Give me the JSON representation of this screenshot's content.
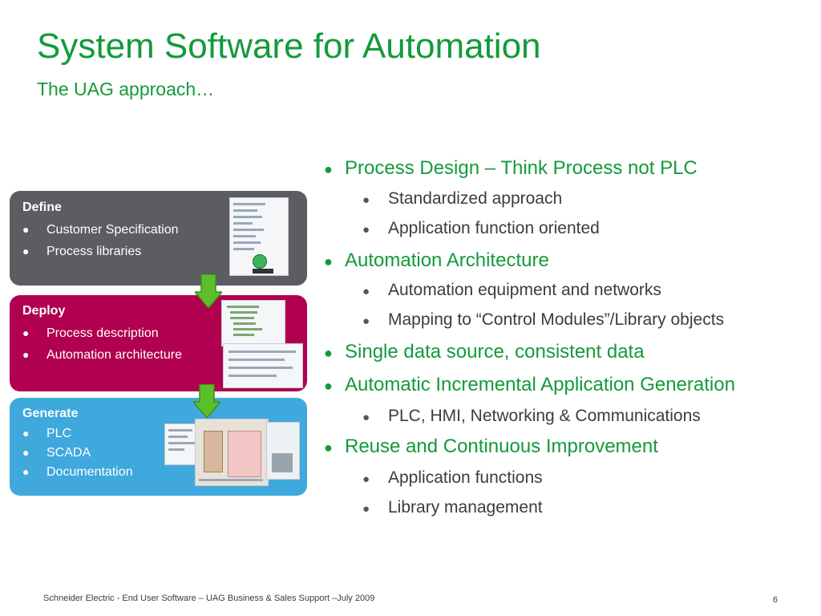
{
  "slide": {
    "title": "System Software for Automation",
    "subtitle": "The UAG approach…"
  },
  "steps": [
    {
      "heading": "Define",
      "items": [
        "Customer Specification",
        "Process libraries"
      ],
      "color": "#5c5d61"
    },
    {
      "heading": "Deploy",
      "items": [
        "Process description",
        "Automation architecture"
      ],
      "color": "#b0004f"
    },
    {
      "heading": "Generate",
      "items": [
        "PLC",
        "SCADA",
        "Documentation"
      ],
      "color": "#3fa8dc"
    }
  ],
  "step_bullet": "●",
  "arrow_color": "#5cbf2a",
  "bullets": [
    {
      "text": "Process Design – Think Process not PLC",
      "sub": [
        "Standardized approach",
        "Application function oriented"
      ]
    },
    {
      "text": "Automation Architecture",
      "sub": [
        "Automation equipment and networks",
        "Mapping to “Control Modules”/Library objects"
      ]
    },
    {
      "text": "Single data source, consistent data",
      "sub": []
    },
    {
      "text": "Automatic Incremental Application Generation",
      "sub": [
        "PLC, HMI, Networking & Communications"
      ]
    },
    {
      "text": "Reuse and Continuous Improvement",
      "sub": [
        "Application functions",
        "Library management"
      ]
    }
  ],
  "bullet_glyph": "●",
  "footer": {
    "text": "Schneider Electric - End User Software – UAG Business & Sales Support –July 2009",
    "page": "6"
  },
  "colors": {
    "accent_green": "#139a3b",
    "text": "#3c3c3c"
  }
}
